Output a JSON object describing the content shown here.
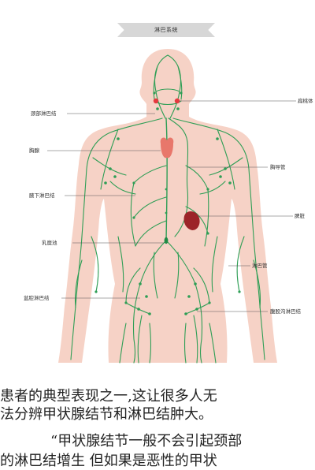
{
  "diagram": {
    "title": "淋巴系统",
    "labels": {
      "cervical_nodes": "颈部淋巴结",
      "thymus": "胸腺",
      "axillary_nodes": "腋下淋巴结",
      "cisterna_chyli": "乳糜池",
      "pelvic_nodes": "盆腔淋巴结",
      "tonsils": "扁桃体",
      "thoracic_duct": "胸导管",
      "spleen": "脾脏",
      "lymph_vessels": "淋巴管",
      "inguinal_nodes": "腹股沟淋巴结"
    },
    "colors": {
      "skin": "#f6d2c6",
      "lymph": "#2e9e55",
      "tonsil": "#e6393f",
      "thymus": "#e8776b",
      "spleen": "#9c2428",
      "banner": "#d7d7d7"
    }
  },
  "article": {
    "line1": "患者的典型表现之一,这让很多人无",
    "line2": "法分辨甲状腺结节和淋巴结肿大。",
    "line3": "“甲状腺结节一般不会引起颈部",
    "line4": "的淋巴结增生 但如果是恶性的甲状"
  }
}
